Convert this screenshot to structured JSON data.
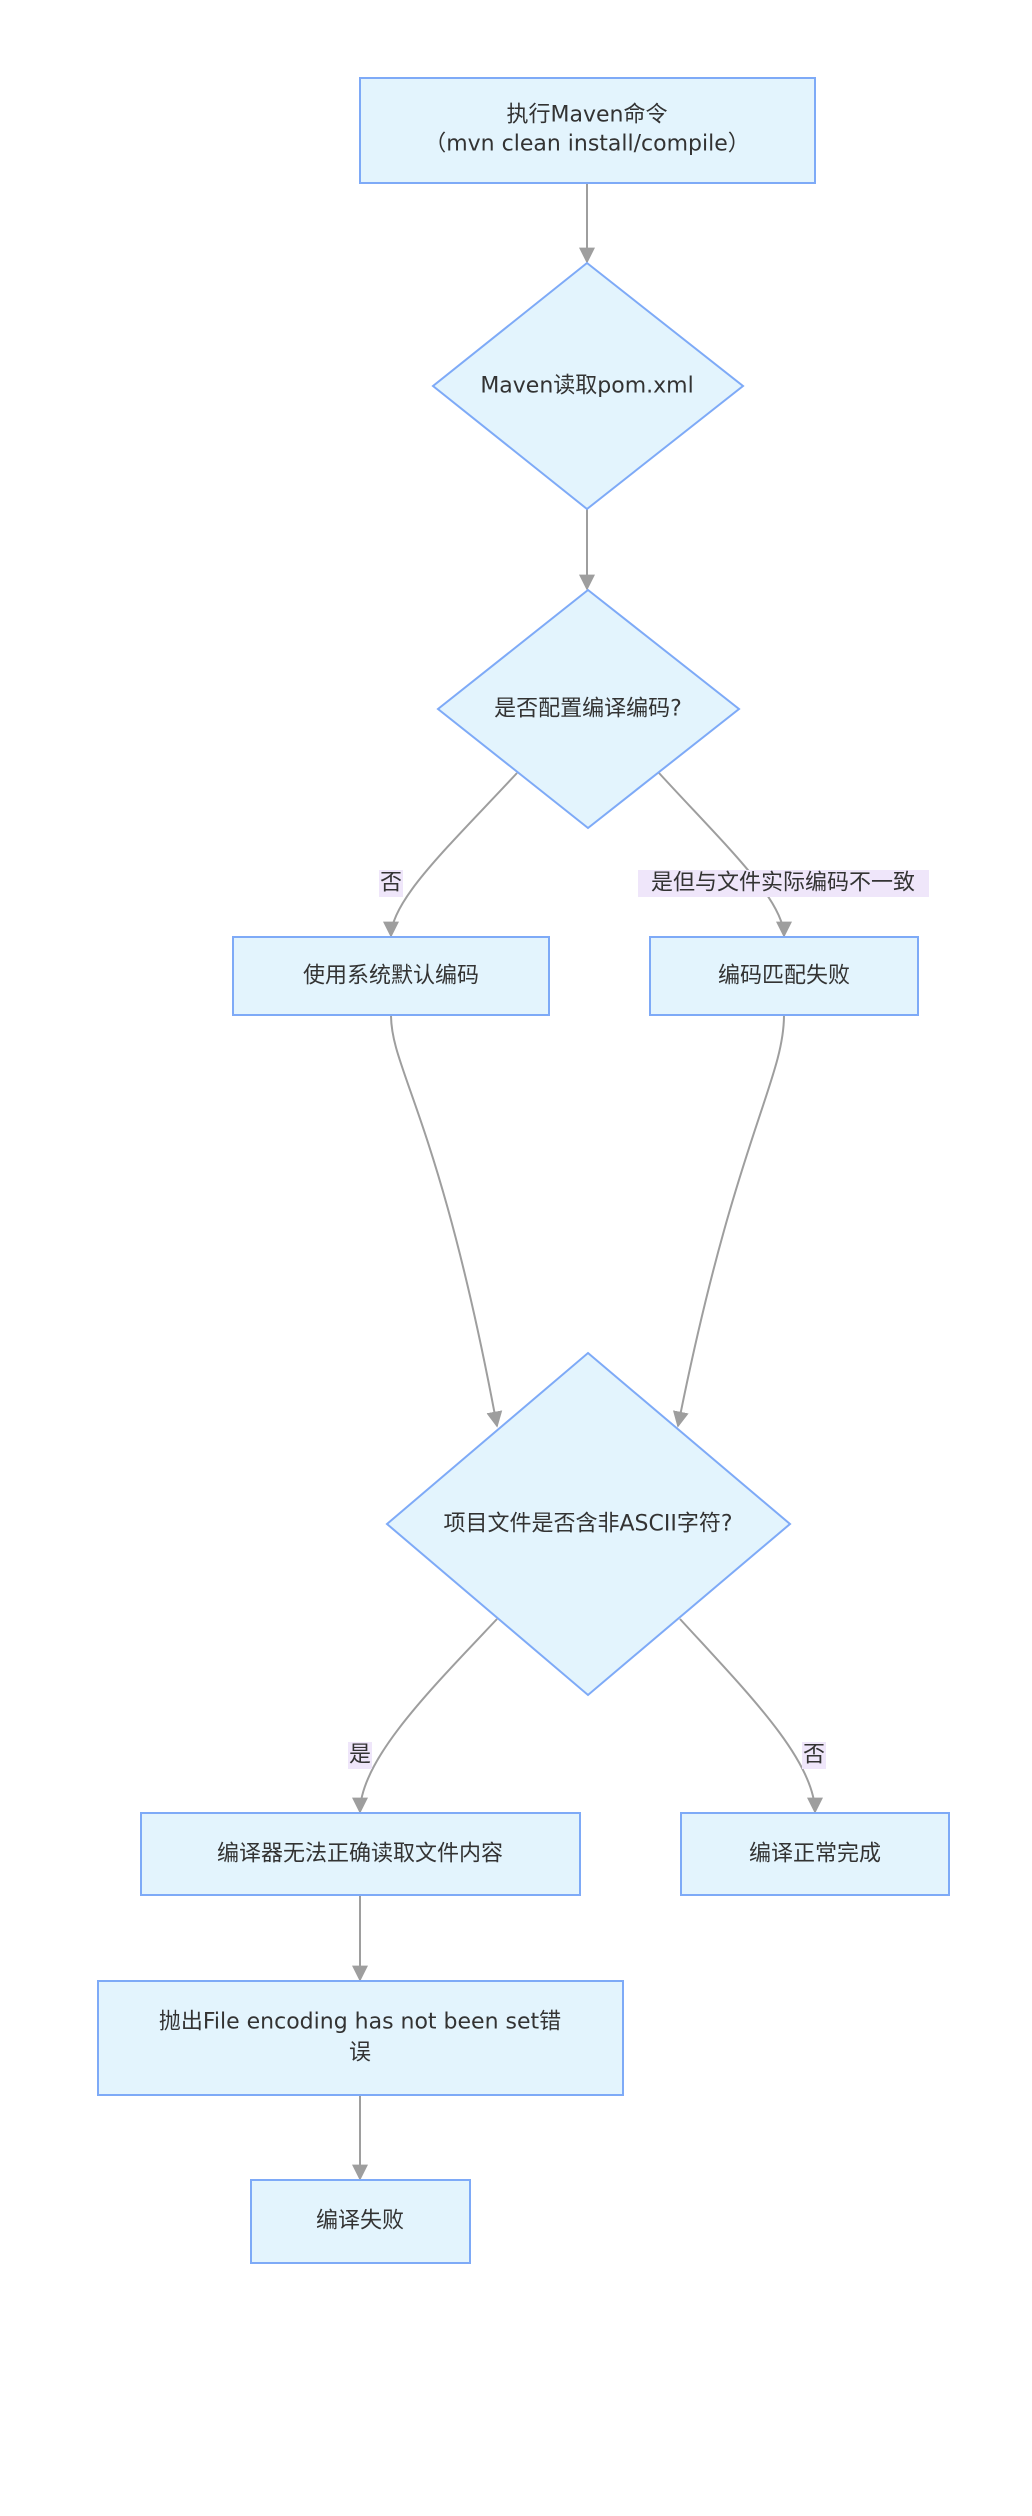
{
  "nodes": {
    "start_line1": "执行Maven命令",
    "start_line2": "（mvn clean install/compile）",
    "read_pom": "Maven读取pom.xml",
    "configured": "是否配置编译编码?",
    "use_default": "使用系统默认编码",
    "mismatch": "编码匹配失败",
    "non_ascii": "项目文件是否含非ASCII字符?",
    "cannot_read": "编译器无法正确读取文件内容",
    "throw_line1": "抛出File encoding has not been set错",
    "throw_line2": "误",
    "compile_ok": "编译正常完成",
    "compile_fail": "编译失败"
  },
  "edges": {
    "no": "否",
    "yes_mismatch": "是但与文件实际编码不一致",
    "yes": "是",
    "no2": "否"
  },
  "colors": {
    "node_fill": "#e3f4fd",
    "node_stroke": "#7eaaf7",
    "edge": "#9e9e9e",
    "label_bg": "#efe6fa"
  }
}
